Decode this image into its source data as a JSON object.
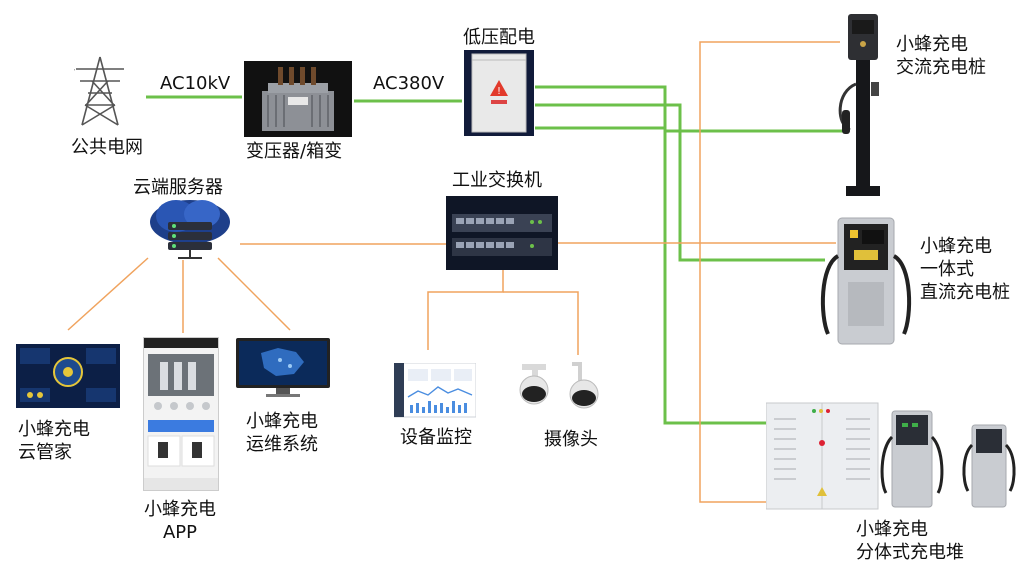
{
  "colors": {
    "power_line": "#6cc04a",
    "data_line": "#f0a35e",
    "device_gray": "#c9ccd1",
    "device_dark": "#2b2f36"
  },
  "labels": {
    "public_grid": "公共电网",
    "ac10kv": "AC10kV",
    "transformer": "变压器/箱变",
    "ac380v": "AC380V",
    "low_voltage": "低压配电",
    "ac_pile_l1": "小蜂充电",
    "ac_pile_l2": "交流充电桩",
    "dc_pile_l1": "小蜂充电",
    "dc_pile_l2": "一体式",
    "dc_pile_l3": "直流充电桩",
    "cloud_server": "云端服务器",
    "switch": "工业交换机",
    "cloud_mgr_l1": "小蜂充电",
    "cloud_mgr_l2": "云管家",
    "app_l1": "小蜂充电",
    "app_l2": "APP",
    "ops_l1": "小蜂充电",
    "ops_l2": "运维系统",
    "monitor": "设备监控",
    "camera": "摄像头",
    "split_l1": "小蜂充电",
    "split_l2": "分体式充电堆"
  },
  "icons": {
    "tower": "power-tower-icon",
    "transformer": "transformer-icon",
    "cabinet": "distribution-cabinet-icon",
    "ac_pile": "ac-charging-pile-icon",
    "dc_pile": "dc-charging-pile-icon",
    "cloud": "cloud-server-icon",
    "switch": "network-switch-icon",
    "dashboard": "dashboard-screen-icon",
    "phone": "mobile-app-icon",
    "monitor": "monitor-icon",
    "laptop": "laptop-icon",
    "camera": "dome-camera-icon",
    "split_stack": "split-charging-stack-icon"
  }
}
